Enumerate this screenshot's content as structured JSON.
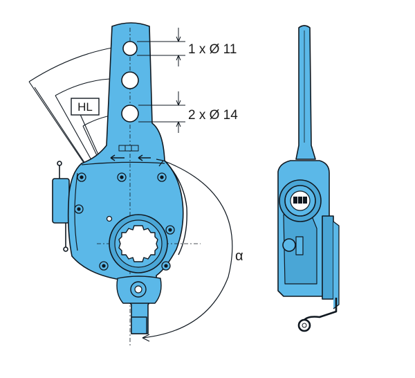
{
  "labels": {
    "hole_spec_top": "1 x Ø 11",
    "hole_spec_bottom": "2 x Ø 14",
    "hl_tag": "HL",
    "angle_symbol": "α"
  },
  "colors": {
    "body_fill": "#5bb8e8",
    "body_fill_dark": "#4aa6d6",
    "outline": "#101820",
    "white": "#ffffff"
  },
  "icons": {
    "front_view": "slack-adjuster-front-view",
    "side_view": "slack-adjuster-side-view",
    "badge": "manufacturer-logo"
  }
}
